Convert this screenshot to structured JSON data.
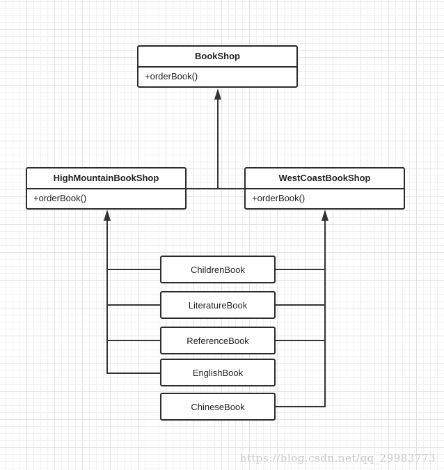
{
  "diagram": {
    "classes": {
      "bookshop": {
        "name": "BookShop",
        "method": "+orderBook()"
      },
      "high_mountain": {
        "name": "HighMountainBookShop",
        "method": "+orderBook()"
      },
      "west_coast": {
        "name": "WestCoastBookShop",
        "method": "+orderBook()"
      }
    },
    "books": {
      "children": "ChildrenBook",
      "literature": "LiteratureBook",
      "reference": "ReferenceBook",
      "english": "EnglishBook",
      "chinese": "ChineseBook"
    },
    "colors": {
      "line": "#333333",
      "border": "#2b2b2b",
      "grid": "#e3e3e3"
    }
  },
  "watermark": "https://blog.csdn.net/qq_29983773"
}
